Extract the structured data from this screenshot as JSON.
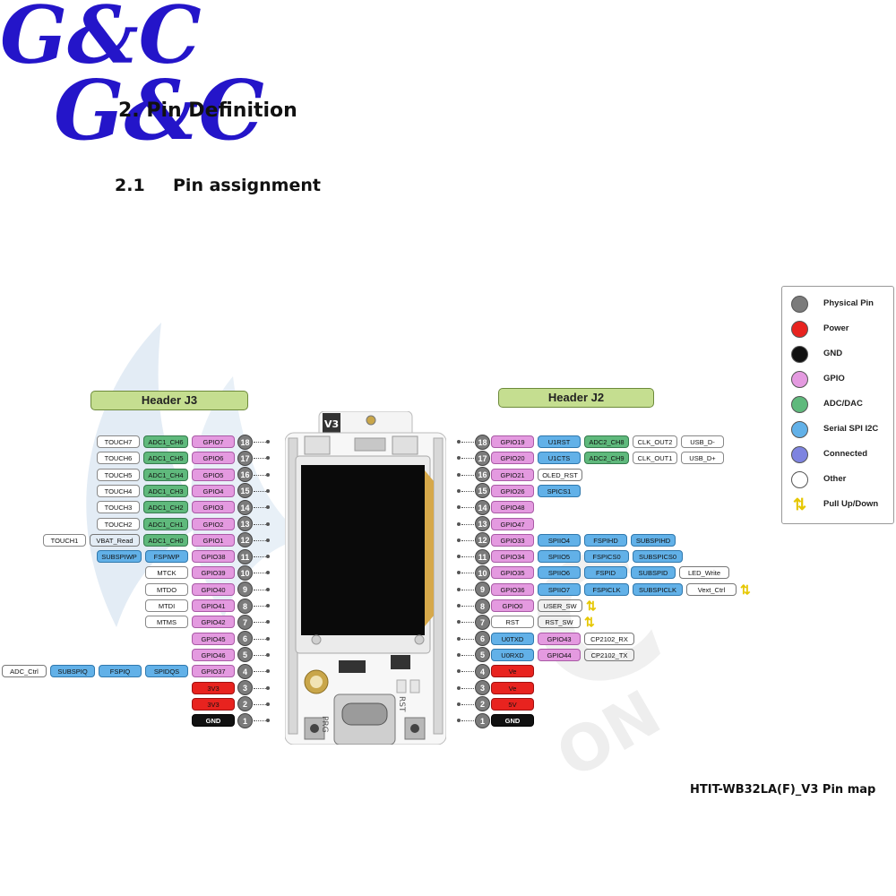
{
  "logo": {
    "text": "G&C",
    "color": "#2415c9"
  },
  "heading": {
    "section": "2. Pin Definition",
    "sub_number": "2.1",
    "sub_title": "Pin assignment"
  },
  "watermark": {
    "text": "ON"
  },
  "board": {
    "antenna_label": "V3",
    "left_button": "PRG",
    "right_button": "RST"
  },
  "caption": "HTIT-WB32LA(F)_V3 Pin map",
  "colors": {
    "gpio": "#e49ae0",
    "adc": "#5fb97c",
    "spi": "#62b1e8",
    "connected": "#7e84e0",
    "other": "#ffffff",
    "power": "#e8231f",
    "gnd": "#111111",
    "pin": "#7b7b7b",
    "arrow": "#e6c700"
  },
  "legend": [
    {
      "label": "Physical Pin",
      "color": "#7b7b7b",
      "kind": "pin"
    },
    {
      "label": "Power",
      "color": "#e8231f",
      "kind": "dot"
    },
    {
      "label": "GND",
      "color": "#111111",
      "kind": "dot"
    },
    {
      "label": "GPIO",
      "color": "#e49ae0",
      "kind": "dot"
    },
    {
      "label": "ADC/DAC",
      "color": "#5fb97c",
      "kind": "dot"
    },
    {
      "label": "Serial SPI I2C",
      "color": "#62b1e8",
      "kind": "dot"
    },
    {
      "label": "Connected",
      "color": "#7e84e0",
      "kind": "dot"
    },
    {
      "label": "Other",
      "color": "#ffffff",
      "kind": "dot"
    },
    {
      "label": "Pull Up/Down",
      "color": "#e6c700",
      "kind": "arrow"
    }
  ],
  "header_j3": {
    "title": "Header J3",
    "pins": [
      {
        "num": "18",
        "labels": [
          {
            "text": "GPIO7",
            "cat": "gpio"
          },
          {
            "text": "ADC1_CH6",
            "cat": "adc"
          },
          {
            "text": "TOUCH7",
            "cat": "other"
          }
        ]
      },
      {
        "num": "17",
        "labels": [
          {
            "text": "GPIO6",
            "cat": "gpio"
          },
          {
            "text": "ADC1_CH5",
            "cat": "adc"
          },
          {
            "text": "TOUCH6",
            "cat": "other"
          }
        ]
      },
      {
        "num": "16",
        "labels": [
          {
            "text": "GPIO5",
            "cat": "gpio"
          },
          {
            "text": "ADC1_CH4",
            "cat": "adc"
          },
          {
            "text": "TOUCH5",
            "cat": "other"
          }
        ]
      },
      {
        "num": "15",
        "labels": [
          {
            "text": "GPIO4",
            "cat": "gpio"
          },
          {
            "text": "ADC1_CH3",
            "cat": "adc"
          },
          {
            "text": "TOUCH4",
            "cat": "other"
          }
        ]
      },
      {
        "num": "14",
        "labels": [
          {
            "text": "GPIO3",
            "cat": "gpio"
          },
          {
            "text": "ADC1_CH2",
            "cat": "adc"
          },
          {
            "text": "TOUCH3",
            "cat": "other"
          }
        ]
      },
      {
        "num": "13",
        "labels": [
          {
            "text": "GPIO2",
            "cat": "gpio"
          },
          {
            "text": "ADC1_CH1",
            "cat": "adc"
          },
          {
            "text": "TOUCH2",
            "cat": "other"
          }
        ]
      },
      {
        "num": "12",
        "labels": [
          {
            "text": "GPIO1",
            "cat": "gpio"
          },
          {
            "text": "ADC1_CH0",
            "cat": "adc"
          },
          {
            "text": "VBAT_Read",
            "cat": "connected"
          },
          {
            "text": "TOUCH1",
            "cat": "other"
          }
        ]
      },
      {
        "num": "11",
        "labels": [
          {
            "text": "GPIO38",
            "cat": "gpio"
          },
          {
            "text": "FSPIWP",
            "cat": "spi"
          },
          {
            "text": "SUBSPIWP",
            "cat": "spi"
          }
        ]
      },
      {
        "num": "10",
        "labels": [
          {
            "text": "GPIO39",
            "cat": "gpio"
          },
          {
            "text": "MTCK",
            "cat": "other"
          }
        ]
      },
      {
        "num": "9",
        "labels": [
          {
            "text": "GPIO40",
            "cat": "gpio"
          },
          {
            "text": "MTDO",
            "cat": "other"
          }
        ]
      },
      {
        "num": "8",
        "labels": [
          {
            "text": "GPIO41",
            "cat": "gpio"
          },
          {
            "text": "MTDI",
            "cat": "other"
          }
        ]
      },
      {
        "num": "7",
        "labels": [
          {
            "text": "GPIO42",
            "cat": "gpio"
          },
          {
            "text": "MTMS",
            "cat": "other"
          }
        ]
      },
      {
        "num": "6",
        "labels": [
          {
            "text": "GPIO45",
            "cat": "gpio"
          }
        ]
      },
      {
        "num": "5",
        "labels": [
          {
            "text": "GPIO46",
            "cat": "gpio"
          }
        ]
      },
      {
        "num": "4",
        "labels": [
          {
            "text": "GPIO37",
            "cat": "gpio"
          },
          {
            "text": "SPIDQS",
            "cat": "spi"
          },
          {
            "text": "FSPIQ",
            "cat": "spi"
          },
          {
            "text": "SUBSPIQ",
            "cat": "spi"
          },
          {
            "text": "ADC_Ctrl",
            "cat": "connected"
          }
        ],
        "arrow": true
      },
      {
        "num": "3",
        "labels": [
          {
            "text": "3V3",
            "cat": "power"
          }
        ]
      },
      {
        "num": "2",
        "labels": [
          {
            "text": "3V3",
            "cat": "power"
          }
        ]
      },
      {
        "num": "1",
        "labels": [
          {
            "text": "GND",
            "cat": "gnd"
          }
        ]
      }
    ]
  },
  "header_j2": {
    "title": "Header J2",
    "pins": [
      {
        "num": "18",
        "labels": [
          {
            "text": "GPIO19",
            "cat": "gpio"
          },
          {
            "text": "U1RST",
            "cat": "spi"
          },
          {
            "text": "ADC2_CH8",
            "cat": "adc"
          },
          {
            "text": "CLK_OUT2",
            "cat": "other"
          },
          {
            "text": "USB_D-",
            "cat": "other"
          }
        ]
      },
      {
        "num": "17",
        "labels": [
          {
            "text": "GPIO20",
            "cat": "gpio"
          },
          {
            "text": "U1CTS",
            "cat": "spi"
          },
          {
            "text": "ADC2_CH9",
            "cat": "adc"
          },
          {
            "text": "CLK_OUT1",
            "cat": "other"
          },
          {
            "text": "USB_D+",
            "cat": "other"
          }
        ]
      },
      {
        "num": "16",
        "labels": [
          {
            "text": "GPIO21",
            "cat": "gpio"
          },
          {
            "text": "OLED_RST",
            "cat": "connected"
          }
        ]
      },
      {
        "num": "15",
        "labels": [
          {
            "text": "GPIO26",
            "cat": "gpio"
          },
          {
            "text": "SPICS1",
            "cat": "spi"
          }
        ]
      },
      {
        "num": "14",
        "labels": [
          {
            "text": "GPIO48",
            "cat": "gpio"
          }
        ]
      },
      {
        "num": "13",
        "labels": [
          {
            "text": "GPIO47",
            "cat": "gpio"
          }
        ]
      },
      {
        "num": "12",
        "labels": [
          {
            "text": "GPIO33",
            "cat": "gpio"
          },
          {
            "text": "SPIIO4",
            "cat": "spi"
          },
          {
            "text": "FSPIHD",
            "cat": "spi"
          },
          {
            "text": "SUBSPIHD",
            "cat": "spi"
          }
        ]
      },
      {
        "num": "11",
        "labels": [
          {
            "text": "GPIO34",
            "cat": "gpio"
          },
          {
            "text": "SPIIO5",
            "cat": "spi"
          },
          {
            "text": "FSPICS0",
            "cat": "spi"
          },
          {
            "text": "SUBSPICS0",
            "cat": "spi"
          }
        ]
      },
      {
        "num": "10",
        "labels": [
          {
            "text": "GPIO35",
            "cat": "gpio"
          },
          {
            "text": "SPIIO6",
            "cat": "spi"
          },
          {
            "text": "FSPID",
            "cat": "spi"
          },
          {
            "text": "SUBSPID",
            "cat": "spi"
          },
          {
            "text": "LED_Write",
            "cat": "connected"
          }
        ]
      },
      {
        "num": "9",
        "labels": [
          {
            "text": "GPIO36",
            "cat": "gpio"
          },
          {
            "text": "SPIIO7",
            "cat": "spi"
          },
          {
            "text": "FSPICLK",
            "cat": "spi"
          },
          {
            "text": "SUBSPICLK",
            "cat": "spi"
          },
          {
            "text": "Vext_Ctrl",
            "cat": "connected"
          }
        ],
        "arrow": true
      },
      {
        "num": "8",
        "labels": [
          {
            "text": "GPIO0",
            "cat": "gpio"
          },
          {
            "text": "USER_SW",
            "cat": "connected"
          }
        ],
        "arrow": true
      },
      {
        "num": "7",
        "labels": [
          {
            "text": "RST",
            "cat": "other"
          },
          {
            "text": "RST_SW",
            "cat": "connected"
          }
        ],
        "arrow": true
      },
      {
        "num": "6",
        "labels": [
          {
            "text": "U0TXD",
            "cat": "spi"
          },
          {
            "text": "GPIO43",
            "cat": "gpio"
          },
          {
            "text": "CP2102_RX",
            "cat": "connected"
          }
        ]
      },
      {
        "num": "5",
        "labels": [
          {
            "text": "U0RXD",
            "cat": "spi"
          },
          {
            "text": "GPIO44",
            "cat": "gpio"
          },
          {
            "text": "CP2102_TX",
            "cat": "connected"
          }
        ]
      },
      {
        "num": "4",
        "labels": [
          {
            "text": "Ve",
            "cat": "power"
          }
        ]
      },
      {
        "num": "3",
        "labels": [
          {
            "text": "Ve",
            "cat": "power"
          }
        ]
      },
      {
        "num": "2",
        "labels": [
          {
            "text": "5V",
            "cat": "power"
          }
        ]
      },
      {
        "num": "1",
        "labels": [
          {
            "text": "GND",
            "cat": "gnd"
          }
        ]
      }
    ]
  }
}
